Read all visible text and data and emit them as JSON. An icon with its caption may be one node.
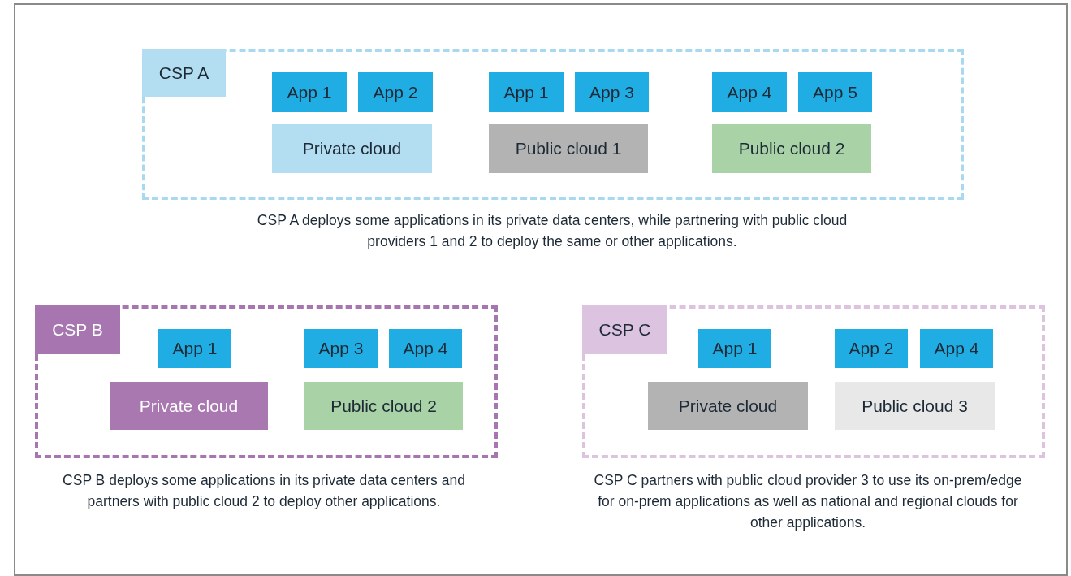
{
  "diagram": {
    "nodes": [
      {
        "text": [
          "CSP A"
        ],
        "beside": [
          "CSP A deploys some applications in its private data centers, while partnering with public cloud providers 1 and 2 to deploy the same or other applications."
        ]
      },
      {
        "text": [
          "App 1"
        ],
        "in": 0
      },
      {
        "text": [
          "App 2"
        ],
        "in": 0
      },
      {
        "text": [
          "App 1"
        ],
        "in": 0
      },
      {
        "text": [
          "App 3"
        ],
        "in": 0
      },
      {
        "text": [
          "App 4"
        ],
        "in": 0
      },
      {
        "text": [
          "App 5"
        ],
        "in": 0
      },
      {
        "text": [
          "Private cloud"
        ],
        "in": 0
      },
      {
        "text": [
          "Public cloud 1"
        ],
        "in": 0
      },
      {
        "text": [
          "Public cloud 2"
        ],
        "in": 0
      },
      {
        "text": [
          "CSP B"
        ],
        "beside": [
          "CSP B deploys some applications in its private data centers and partners with public cloud 2 to deploy other applications."
        ]
      },
      {
        "text": [
          "App 1"
        ],
        "in": 10
      },
      {
        "text": [
          "App 3"
        ],
        "in": 10
      },
      {
        "text": [
          "App 4"
        ],
        "in": 10
      },
      {
        "text": [
          "Private cloud"
        ],
        "in": 10
      },
      {
        "text": [
          "Public cloud 2"
        ],
        "in": 10
      },
      {
        "text": [
          "CSP C"
        ],
        "beside": [
          "CSP C partners with public cloud provider 3 to use its on-prem/edge for on-prem applications as well as national and regional clouds for other applications."
        ]
      },
      {
        "text": [
          "App 1"
        ],
        "in": 16
      },
      {
        "text": [
          "App 2"
        ],
        "in": 16
      },
      {
        "text": [
          "App 4"
        ],
        "in": 16
      },
      {
        "text": [
          "Private cloud"
        ],
        "in": 16
      },
      {
        "text": [
          "Public cloud 3"
        ],
        "in": 16
      }
    ]
  }
}
